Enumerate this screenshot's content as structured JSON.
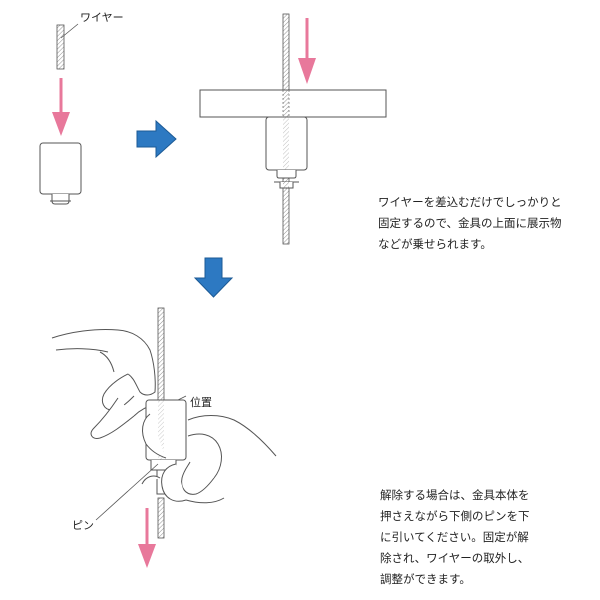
{
  "labels": {
    "wire": "ワイヤー",
    "position": "位置",
    "pin": "ピン"
  },
  "texts": {
    "install": [
      "ワイヤーを差込むだけでしっかりと",
      "固定するので、金具の上面に展示物",
      "などが乗せられます。"
    ],
    "release": [
      "解除する場合は、金具本体を",
      "押さえながら下側のピンを下",
      "に引いてください。固定が解",
      "除され、ワイヤーの取外し、",
      "調整ができます。"
    ]
  },
  "colors": {
    "pink_arrow": "#e8789b",
    "blue_arrow": "#2d79c2",
    "line": "#555555"
  }
}
